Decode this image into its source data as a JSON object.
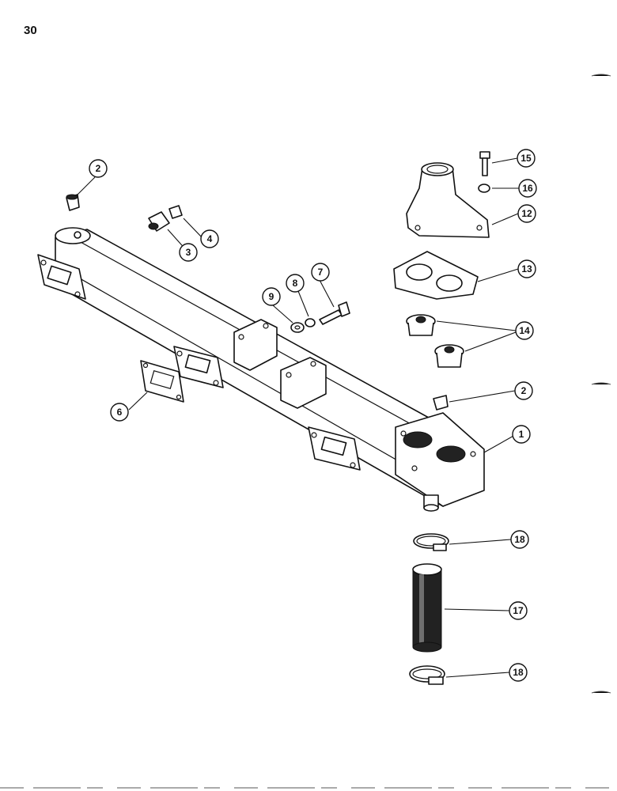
{
  "page": {
    "number": "30"
  },
  "callouts": [
    {
      "label": "1"
    },
    {
      "label": "2"
    },
    {
      "label": "2"
    },
    {
      "label": "3"
    },
    {
      "label": "4"
    },
    {
      "label": "6"
    },
    {
      "label": "7"
    },
    {
      "label": "8"
    },
    {
      "label": "9"
    },
    {
      "label": "12"
    },
    {
      "label": "13"
    },
    {
      "label": "14"
    },
    {
      "label": "15"
    },
    {
      "label": "16"
    },
    {
      "label": "17"
    },
    {
      "label": "18"
    },
    {
      "label": "18"
    }
  ],
  "colors": {
    "line": "#111111",
    "fill": "#ffffff",
    "shade": "#222222"
  }
}
